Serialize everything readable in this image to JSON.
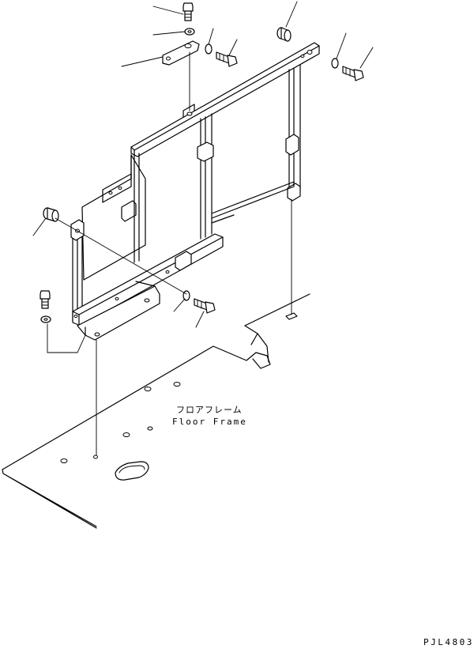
{
  "floor_frame": {
    "label_jp": "フロアフレーム",
    "label_en": "Floor Frame"
  },
  "drawing_code": "PJL4803",
  "colors": {
    "line": "#000000",
    "background": "#ffffff"
  }
}
